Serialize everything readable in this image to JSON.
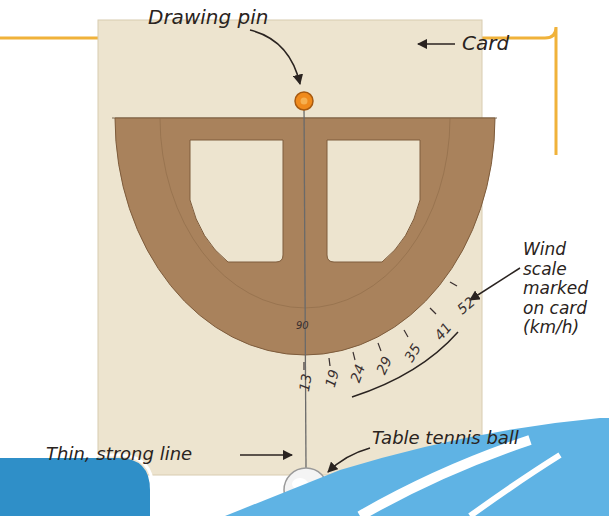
{
  "diagram": {
    "labels": [
      "Drawing pin",
      "Card",
      "90",
      "13",
      "19",
      "24",
      "29",
      "35",
      "41",
      "52",
      "Wind scale marked on card (km/h)",
      "Thin, strong line",
      "Table tennis ball"
    ]
  }
}
